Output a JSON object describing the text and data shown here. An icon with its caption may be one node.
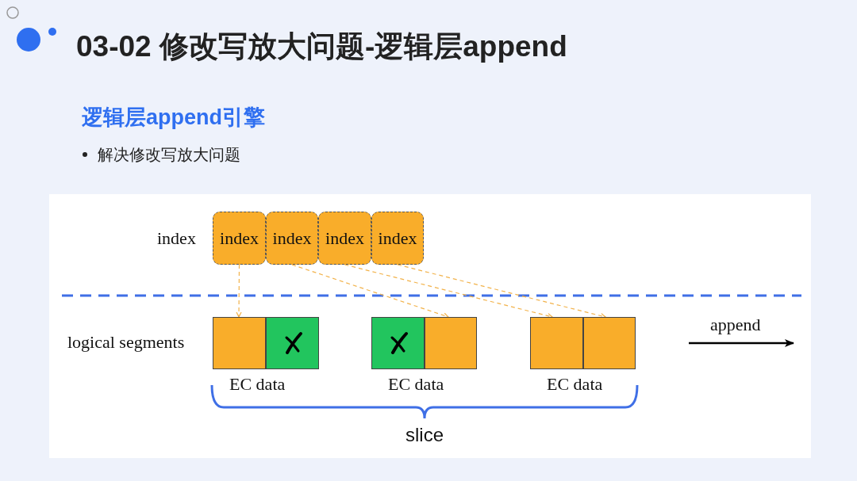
{
  "diagram": {
    "title": "03-02 修改写放大问题-逻辑层append",
    "nodes": [
      {
        "text": [
          "index"
        ]
      },
      {
        "text": [
          "index"
        ]
      },
      {
        "text": [
          "index"
        ]
      },
      {
        "text": [
          "index"
        ]
      },
      {
        "text": [],
        "shape": "box"
      },
      {
        "text": [],
        "shape": "box"
      },
      {
        "text": [],
        "shape": "box"
      },
      {
        "text": [],
        "shape": "box"
      },
      {
        "text": [],
        "shape": "box"
      },
      {
        "text": [],
        "shape": "box"
      }
    ],
    "edges": [
      {
        "from": 0,
        "to": 4,
        "arrow": "to",
        "style": "dashed"
      },
      {
        "from": 1,
        "to": 7,
        "arrow": "to",
        "style": "dashed"
      },
      {
        "from": 2,
        "to": 8,
        "arrow": "to",
        "style": "dashed"
      },
      {
        "from": 3,
        "to": 9,
        "arrow": "to",
        "style": "dashed"
      }
    ],
    "labels": [
      "逻辑层append引擎",
      "解决修改写放大问题",
      "index",
      "logical segments",
      "append",
      "EC data",
      "EC data",
      "EC data",
      "slice"
    ]
  }
}
